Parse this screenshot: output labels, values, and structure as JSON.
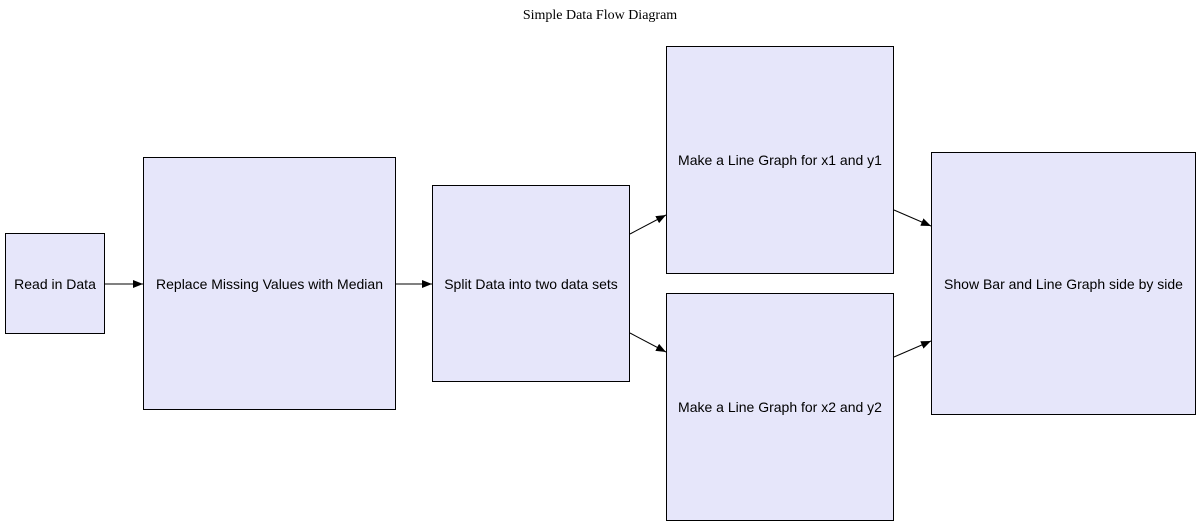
{
  "diagram": {
    "title": "Simple Data Flow Diagram",
    "node_fill": "#e6e6fa",
    "stroke": "#000000",
    "nodes": [
      {
        "id": "read",
        "label": "Read in Data"
      },
      {
        "id": "replace",
        "label": "Replace Missing Values with Median"
      },
      {
        "id": "split",
        "label": "Split Data into two data sets"
      },
      {
        "id": "line1",
        "label": "Make a Line Graph for x1 and y1"
      },
      {
        "id": "line2",
        "label": "Make a Line Graph for x2 and y2"
      },
      {
        "id": "show",
        "label": "Show Bar and Line Graph side by side"
      }
    ],
    "edges": [
      {
        "from": "read",
        "to": "replace"
      },
      {
        "from": "replace",
        "to": "split"
      },
      {
        "from": "split",
        "to": "line1"
      },
      {
        "from": "split",
        "to": "line2"
      },
      {
        "from": "line1",
        "to": "show"
      },
      {
        "from": "line2",
        "to": "show"
      }
    ]
  }
}
